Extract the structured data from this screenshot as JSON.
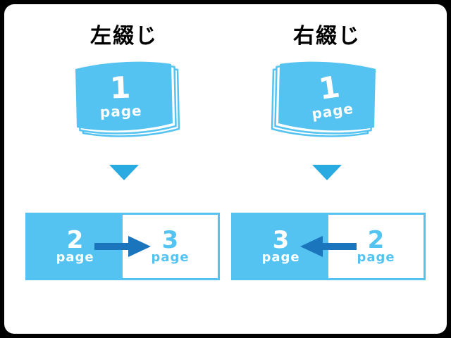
{
  "frame": {
    "background": "#000000",
    "canvas_background": "#FFFFFF"
  },
  "colors": {
    "book_fill": "#54C3F1",
    "page_edge": "#FFFFFF",
    "down_arrow": "#29ABE2",
    "flow_arrow": "#1B75BC",
    "heading_text": "#000000",
    "text_on_blue": "#FFFFFF",
    "text_on_white": "#54C3F1"
  },
  "left_section": {
    "heading": "左綴じ",
    "book": {
      "number": "1",
      "label": "page"
    },
    "spread": {
      "left_page": {
        "number": "2",
        "label": "page"
      },
      "right_page": {
        "number": "3",
        "label": "page"
      },
      "arrow_direction": "right"
    }
  },
  "right_section": {
    "heading": "右綴じ",
    "book": {
      "number": "1",
      "label": "page"
    },
    "spread": {
      "left_page": {
        "number": "3",
        "label": "page"
      },
      "right_page": {
        "number": "2",
        "label": "page"
      },
      "arrow_direction": "left"
    }
  }
}
